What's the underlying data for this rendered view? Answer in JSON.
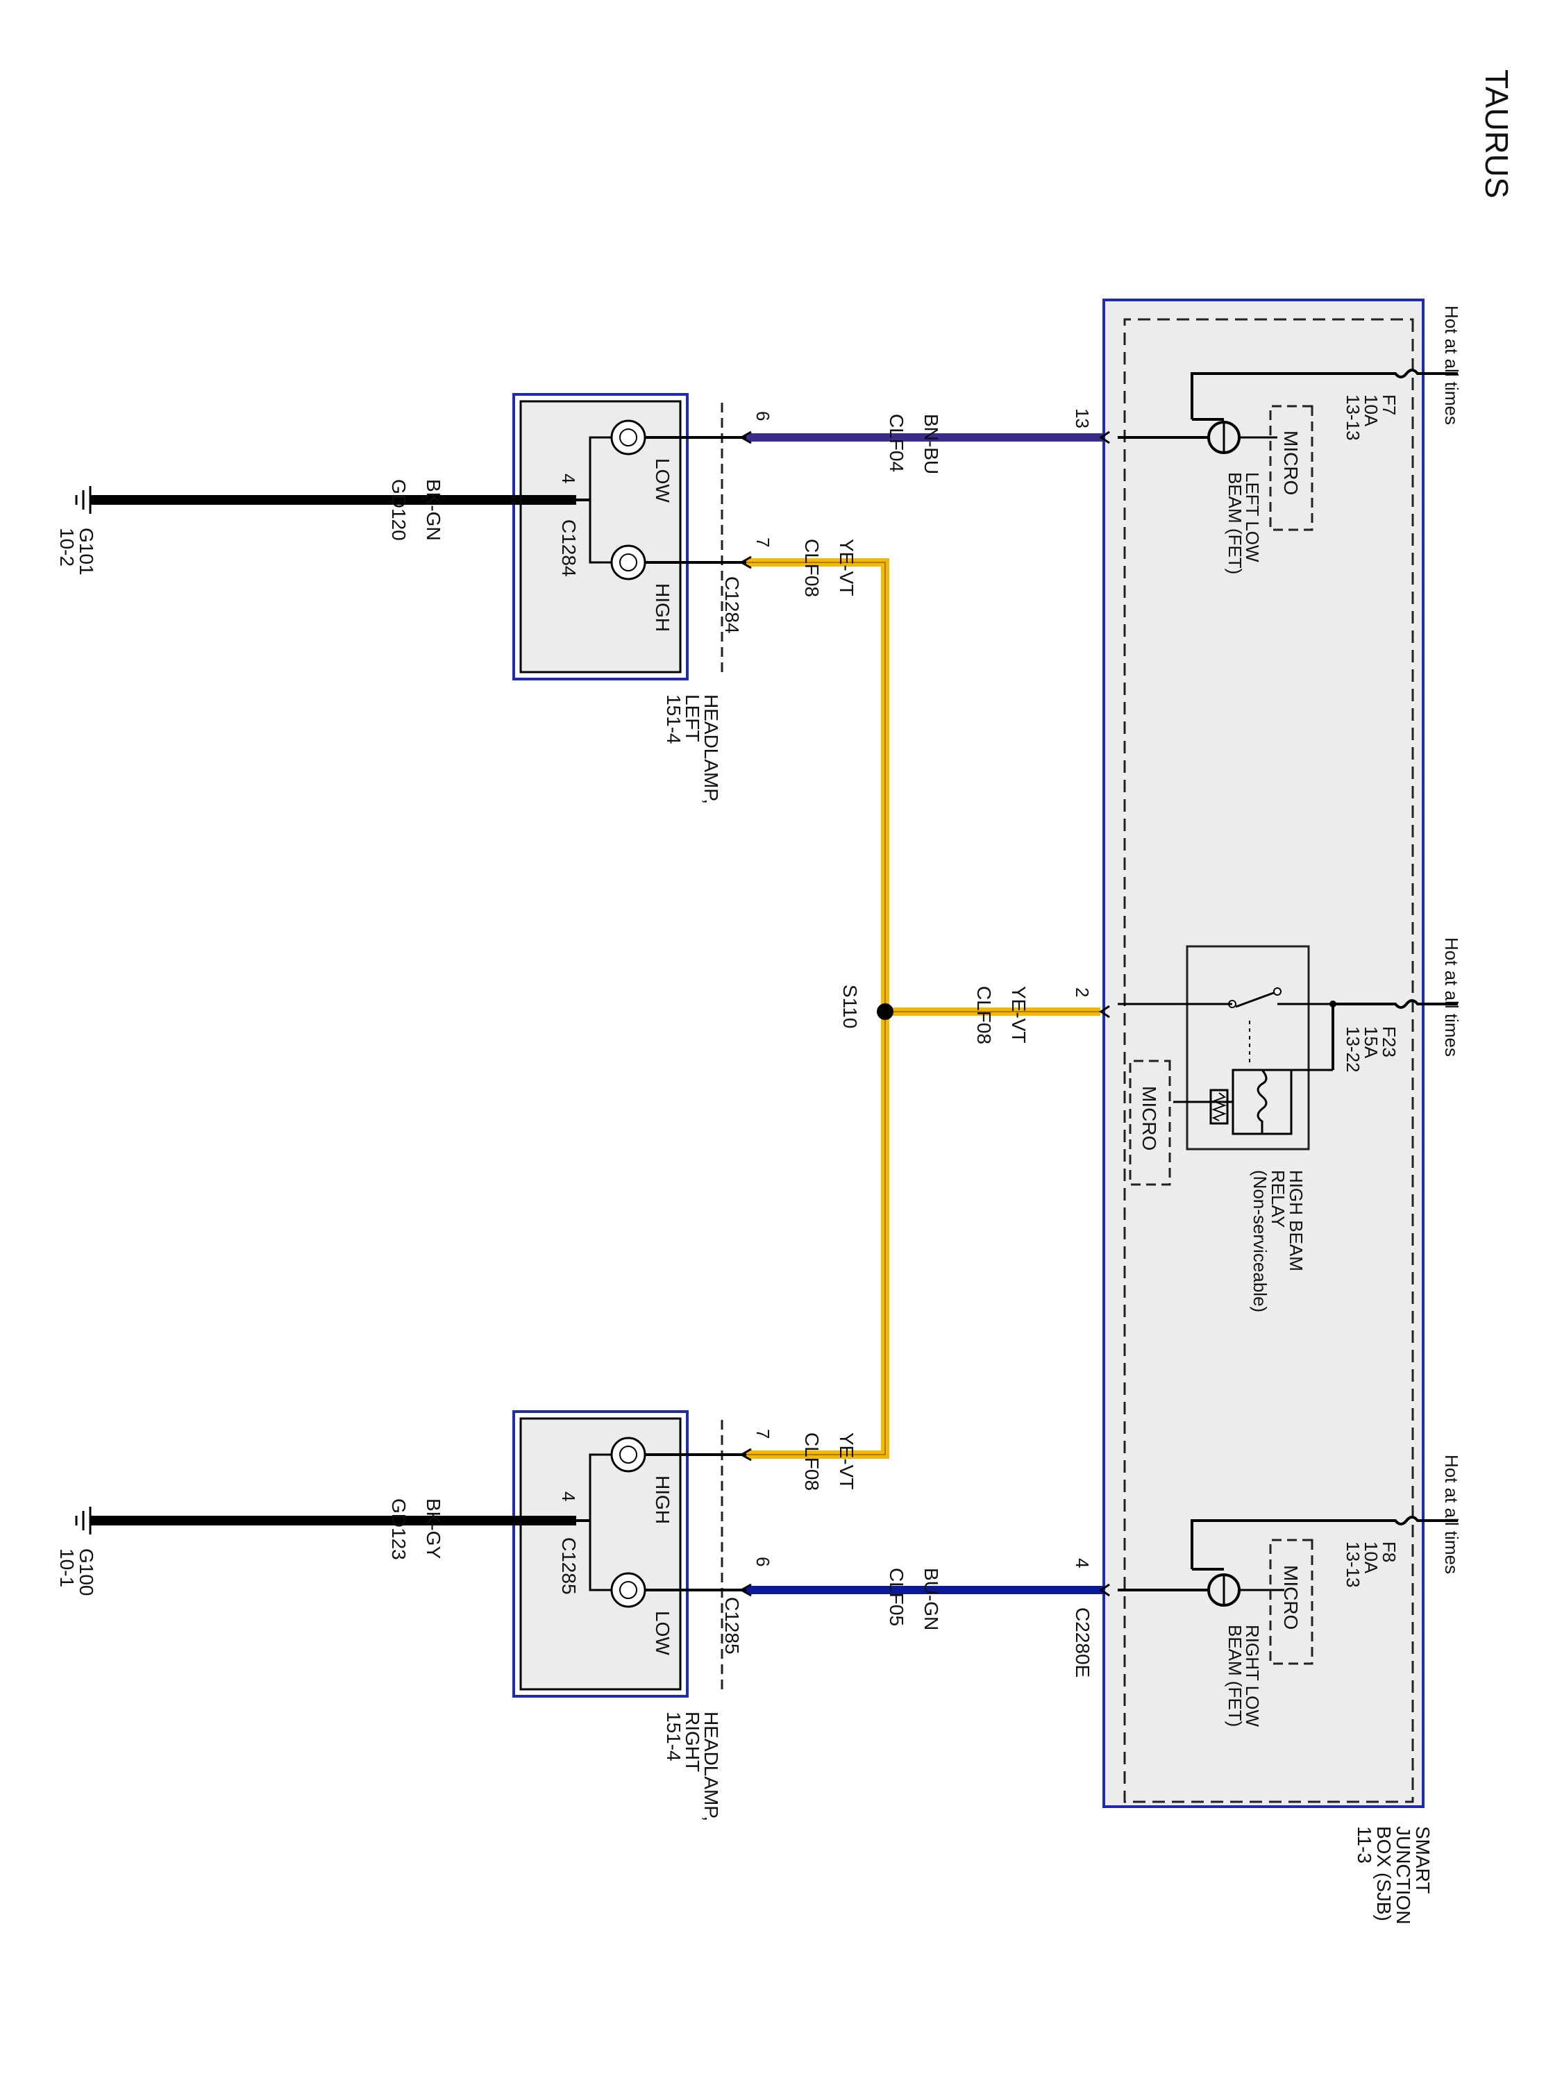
{
  "page": {
    "title": "TAURUS"
  },
  "sjb": {
    "label_lines": [
      "SMART",
      "JUNCTION",
      "BOX (SJB)",
      "11-3"
    ],
    "hot_label": "Hot at all times",
    "micro_label": "MICRO",
    "fuses": [
      {
        "name": "F7",
        "rating": "10A",
        "ref": "13-13"
      },
      {
        "name": "F23",
        "rating": "15A",
        "ref": "13-22"
      },
      {
        "name": "F8",
        "rating": "10A",
        "ref": "13-13"
      }
    ],
    "left_fet_lines": [
      "LEFT LOW",
      "BEAM (FET)"
    ],
    "right_fet_lines": [
      "RIGHT LOW",
      "BEAM (FET)"
    ],
    "relay_lines": [
      "HIGH BEAM",
      "RELAY",
      "(Non-serviceable)"
    ],
    "connector": "C2280E",
    "pins": {
      "left_low": "13",
      "high": "2",
      "right_low": "4"
    }
  },
  "wires": [
    {
      "id": "w-left-low",
      "circuit": "CLF04",
      "color_code": "BN-BU"
    },
    {
      "id": "w-left-high",
      "circuit": "CLF08",
      "color_code": "YE-VT"
    },
    {
      "id": "w-splice-sjb",
      "circuit": "CLF08",
      "color_code": "YE-VT"
    },
    {
      "id": "w-right-high",
      "circuit": "CLF08",
      "color_code": "YE-VT"
    },
    {
      "id": "w-right-low",
      "circuit": "CLF05",
      "color_code": "BU-GN"
    },
    {
      "id": "w-left-ground",
      "circuit": "GD120",
      "color_code": "BK-GN"
    },
    {
      "id": "w-right-ground",
      "circuit": "GD123",
      "color_code": "BK-GY"
    }
  ],
  "splice": {
    "name": "S110"
  },
  "headlamp_left": {
    "label_lines": [
      "HEADLAMP,",
      "LEFT",
      "151-4"
    ],
    "connector": "C1284",
    "pins": {
      "low": "6",
      "high": "7",
      "ground": "4"
    },
    "lamps": [
      "LOW",
      "HIGH"
    ]
  },
  "headlamp_right": {
    "label_lines": [
      "HEADLAMP,",
      "RIGHT",
      "151-4"
    ],
    "connector": "C1285",
    "pins": {
      "low": "6",
      "high": "7",
      "ground": "4"
    },
    "lamps": [
      "HIGH",
      "LOW"
    ]
  },
  "grounds": [
    {
      "name": "G101",
      "ref": "10-2"
    },
    {
      "name": "G100",
      "ref": "10-1"
    }
  ],
  "colors": {
    "box_outline": "#1f2bb0",
    "box_fill": "#ececec",
    "wire_bn_bu": "#3a2c8a",
    "wire_bu_gn": "#0c1a9a",
    "wire_ye_vt": "#f5b800",
    "wire_ground": "#000000"
  }
}
